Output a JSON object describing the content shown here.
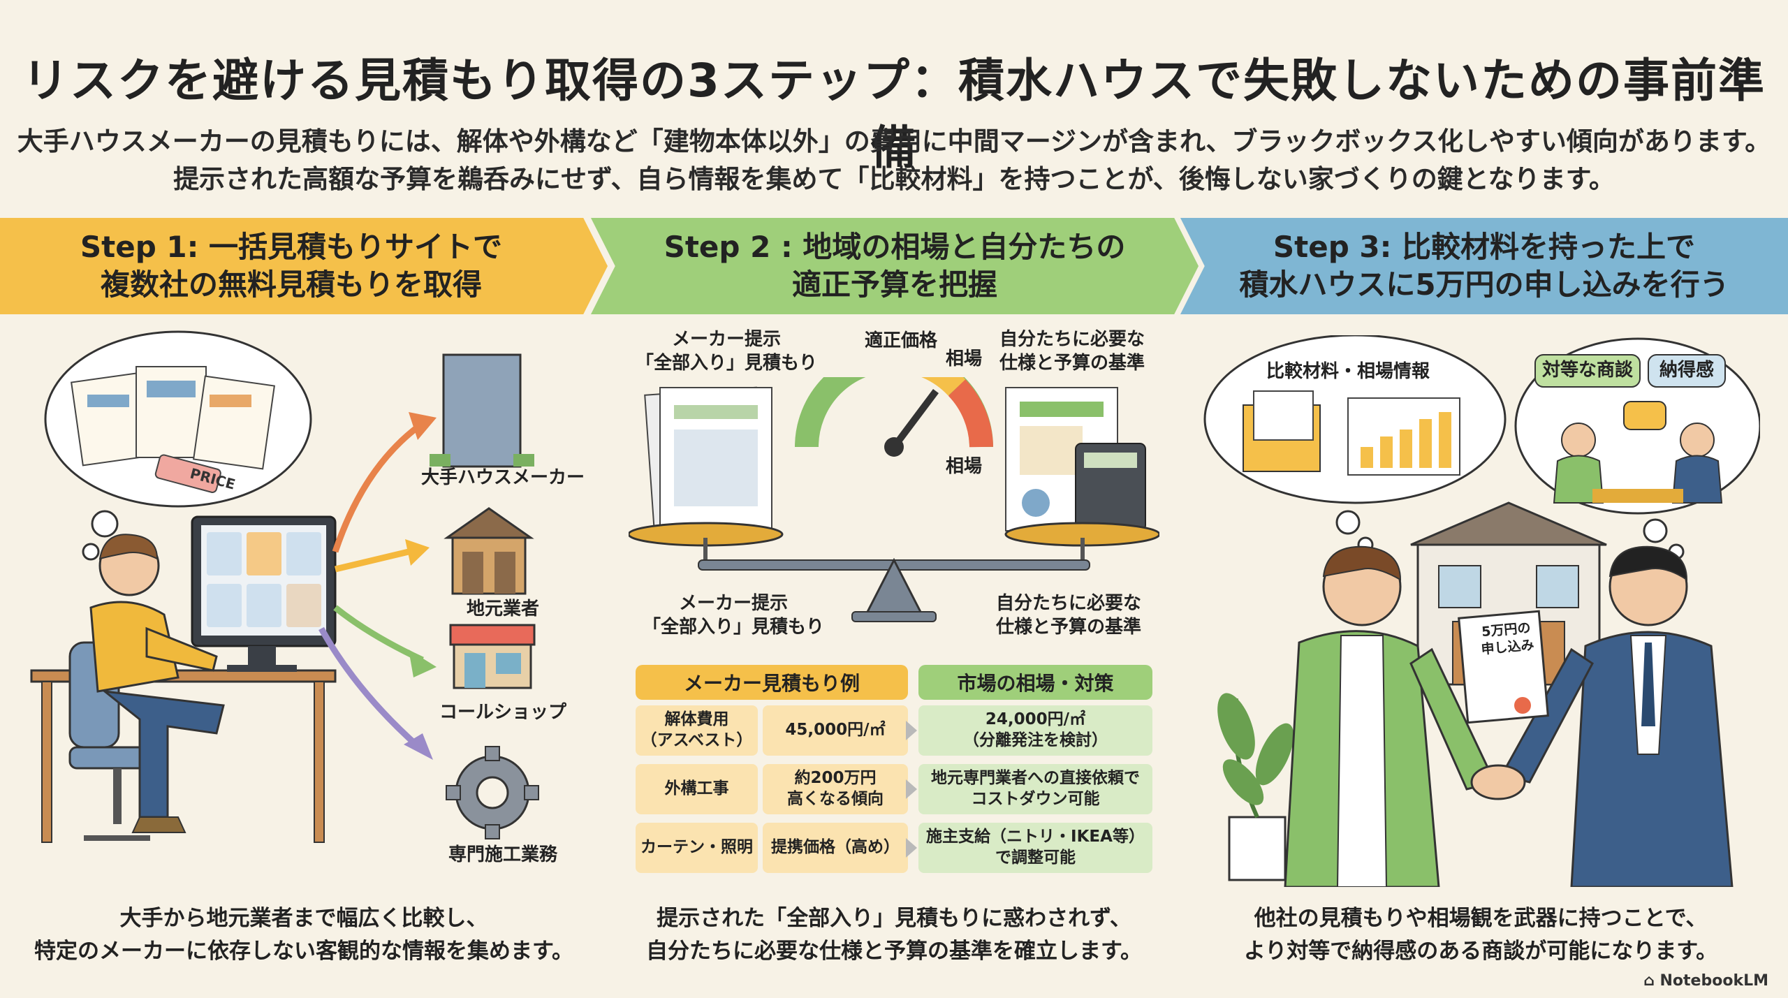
{
  "title": "リスクを避ける見積もり取得の3ステップ：積水ハウスで失敗しないための事前準備",
  "subtitle_line1": "大手ハウスメーカーの見積もりには、解体や外構など「建物本体以外」の費用に中間マージンが含まれ、ブラックボックス化しやすい傾向があります。",
  "subtitle_line2": "提示された高額な予算を鵜呑みにせず、自ら情報を集めて「比較材料」を持つことが、後悔しない家づくりの鍵となります。",
  "steps": [
    {
      "line1": "Step 1: 一括見積もりサイトで",
      "line2": "複数社の無料見積もりを取得",
      "color": "#f5c04a"
    },
    {
      "line1": "Step 2 : 地域の相場と自分たちの",
      "line2": "適正予算を把握",
      "color": "#9fcf7a"
    },
    {
      "line1": "Step 3: 比較材料を持った上で",
      "line2": "積水ハウスに5万円の申し込みを行う",
      "color": "#7fb6d3"
    }
  ],
  "step1": {
    "price_tag": "PRICE",
    "targets": [
      "大手ハウスメーカー",
      "地元業者",
      "コールショップ",
      "専門施工業務"
    ],
    "caption_line1": "大手から地元業者まで幅広く比較し、",
    "caption_line2": "特定のメーカーに依存しない客観的な情報を集めます。"
  },
  "step2": {
    "doc_left_l1": "メーカー提示",
    "doc_left_l2": "「全部入り」見積もり",
    "gauge_top": "適正価格",
    "gauge_right": "相場",
    "gauge_bottom": "相場",
    "doc_right_l1": "自分たちに必要な",
    "doc_right_l2": "仕様と予算の基準",
    "scale_left_l1": "メーカー提示",
    "scale_left_l2": "「全部入り」見積もり",
    "scale_right_l1": "自分たちに必要な",
    "scale_right_l2": "仕様と予算の基準",
    "table": {
      "head_left": "メーカー見積もり例",
      "head_right": "市場の相場・対策",
      "rows": [
        {
          "item": "解体費用\n（アスベスト）",
          "value": "45,000円/㎡",
          "market": "24,000円/㎡\n（分離発注を検討）"
        },
        {
          "item": "外構工事",
          "value": "約200万円\n高くなる傾向",
          "market": "地元専門業者への直接依頼で\nコストダウン可能"
        },
        {
          "item": "カーテン・照明",
          "value": "提携価格（高め）",
          "market": "施主支給（ニトリ・IKEA等）\nで調整可能"
        }
      ]
    },
    "caption_line1": "提示された「全部入り」見積もりに惑わされず、",
    "caption_line2": "自分たちに必要な仕様と予算の基準を確立します。"
  },
  "step3": {
    "bubble_left": "比較材料・相場情報",
    "bubble_right_a": "対等な商談",
    "bubble_right_b": "納得感",
    "doc_l1": "5万円の",
    "doc_l2": "申し込み",
    "caption_line1": "他社の見積もりや相場観を武器に持つことで、",
    "caption_line2": "より対等で納得感のある商談が可能になります。"
  },
  "brand": "NotebookLM"
}
